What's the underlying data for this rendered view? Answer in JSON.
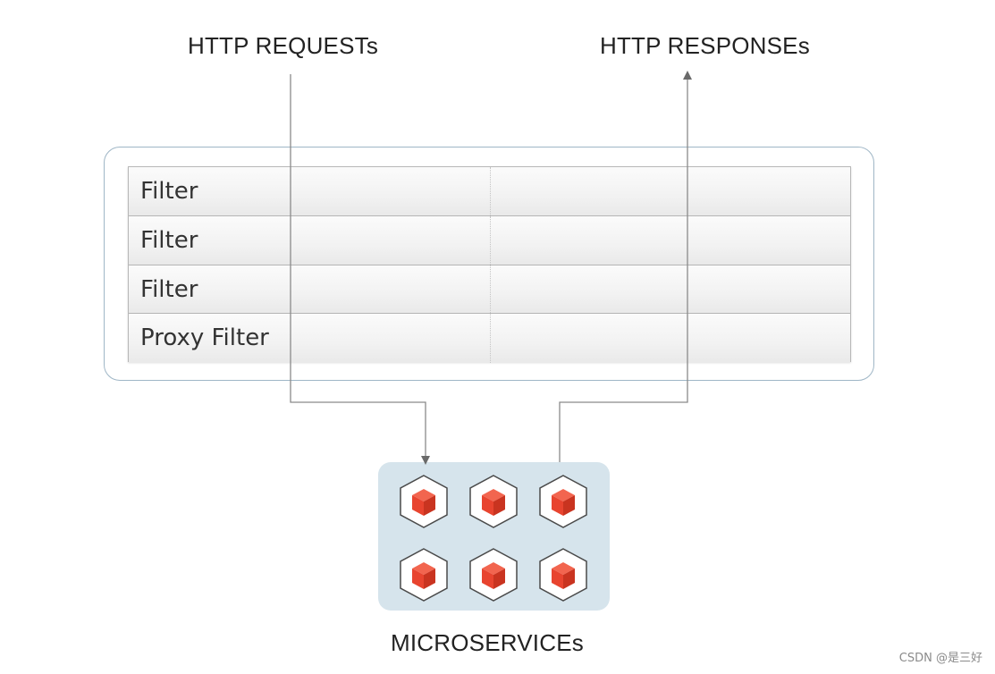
{
  "labels": {
    "requests": "HTTP REQUESTs",
    "responses": "HTTP RESPONSEs",
    "microservices": "MICROSERVICEs"
  },
  "filters": [
    "Filter",
    "Filter",
    "Filter",
    "Proxy Filter"
  ],
  "watermark": "CSDN @是三好",
  "colors": {
    "service_cube": "#e8442f",
    "microservices_bg": "#d6e4ec",
    "gateway_border": "#9fb6c6",
    "flow_line": "#8a8a8a"
  },
  "icons": {
    "service": "cube-icon"
  }
}
